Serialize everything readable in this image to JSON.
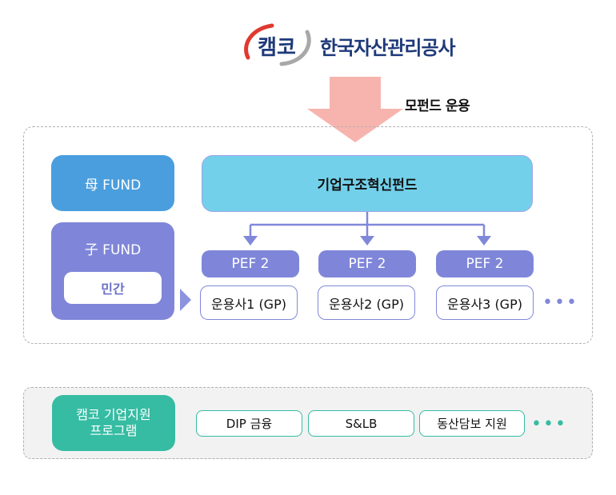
{
  "header": {
    "logo_mark_text": "캠코",
    "organization_name": "한국자산관리공사"
  },
  "flow": {
    "arrow_label": "모펀드 운용",
    "colors": {
      "arrow": "#f7b4ae",
      "mother_fund": "#4a9ede",
      "child_fund": "#7f86d9",
      "main_fund": "#72d0ea",
      "program": "#35bca3"
    }
  },
  "left_labels": {
    "mother_fund": "母 FUND",
    "child_fund": "子 FUND",
    "child_type": "민간"
  },
  "main_fund": {
    "name": "기업구조혁신펀드"
  },
  "pefs": [
    {
      "label": "PEF 2",
      "manager": "운용사1 (GP)"
    },
    {
      "label": "PEF 2",
      "manager": "운용사2 (GP)"
    },
    {
      "label": "PEF 2",
      "manager": "운용사3 (GP)"
    }
  ],
  "pef_more": "•••",
  "program": {
    "title_line1": "캠코 기업지원",
    "title_line2": "프로그램",
    "items": [
      "DIP 금융",
      "S&LB",
      "동산담보 지원"
    ],
    "more": "•••"
  }
}
